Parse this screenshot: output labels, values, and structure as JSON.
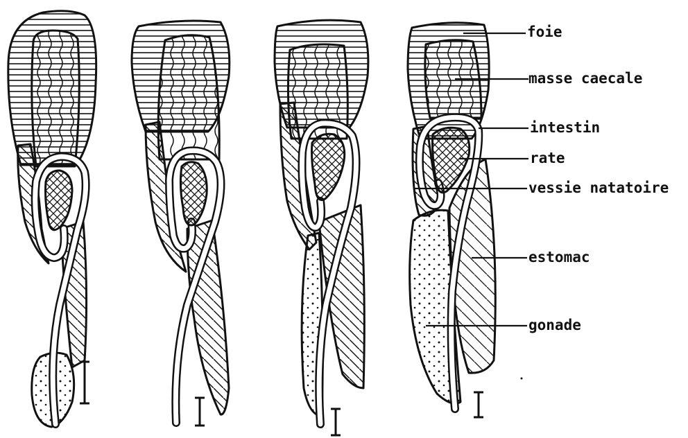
{
  "labels": {
    "foie": "foie",
    "masse_caecale": "masse caecale",
    "intestin": "intestin",
    "rate": "rate",
    "vessie_natatoire": "vessie natatoire",
    "estomac": "estomac",
    "gonade": "gonade"
  },
  "specimens": [
    {
      "id": "specimen-1"
    },
    {
      "id": "specimen-2"
    },
    {
      "id": "specimen-3"
    },
    {
      "id": "specimen-4"
    }
  ],
  "colors": {
    "ink": "#111111",
    "background": "#ffffff"
  }
}
